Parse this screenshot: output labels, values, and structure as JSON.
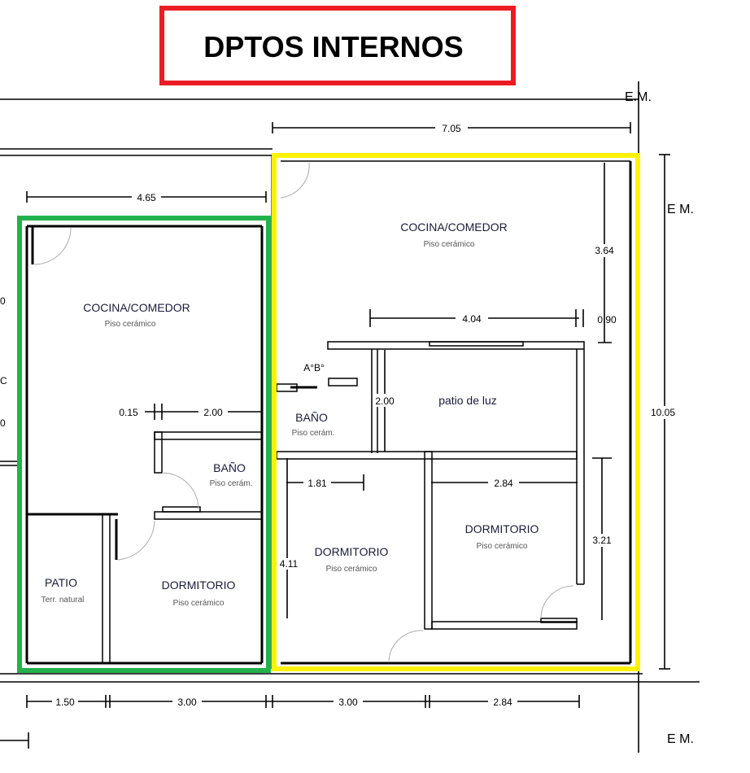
{
  "title": "DPTOS INTERNOS",
  "colors": {
    "title_box": "#ed1c24",
    "left_unit": "#22b14c",
    "right_unit": "#fff200"
  },
  "labels": {
    "em_top": "E.M.",
    "em_right": "E M.",
    "em_bottom": "E M."
  },
  "left_unit": {
    "kitchen": {
      "name": "COCINA/COMEDOR",
      "floor": "Piso cerámico"
    },
    "bath": {
      "name": "BAÑO",
      "floor": "Piso cerám."
    },
    "patio": {
      "name": "PATIO",
      "floor": "Terr. natural"
    },
    "bedroom": {
      "name": "DORMITORIO",
      "floor": "Piso cerámico"
    },
    "dims": {
      "width": "4.65",
      "wall": "0.15",
      "bath": "2.00",
      "patio_w": "1.50",
      "bed_w": "3.00"
    }
  },
  "right_unit": {
    "kitchen": {
      "name": "COCINA/COMEDOR",
      "floor": "Piso cerámico"
    },
    "bath": {
      "name": "BAÑO",
      "floor": "Piso cerám.",
      "fixture": "A°B°"
    },
    "light_patio": {
      "name": "patio de luz"
    },
    "bedroom1": {
      "name": "DORMITORIO",
      "floor": "Piso cerámico"
    },
    "bedroom2": {
      "name": "DORMITORIO",
      "floor": "Piso cerámico"
    },
    "dims": {
      "width": "7.05",
      "depth": "10.05",
      "kitchen_h": "3.64",
      "patio_w": "4.04",
      "gap": "0.90",
      "patio_h": "2.00",
      "bed1_w": "1.81",
      "bed1_h": "4.11",
      "bed2_w": "2.84",
      "bed2_h": "3.21",
      "bottom1": "3.00",
      "bottom2": "2.84"
    }
  },
  "edge_fragments": [
    "0",
    "C",
    "0"
  ]
}
